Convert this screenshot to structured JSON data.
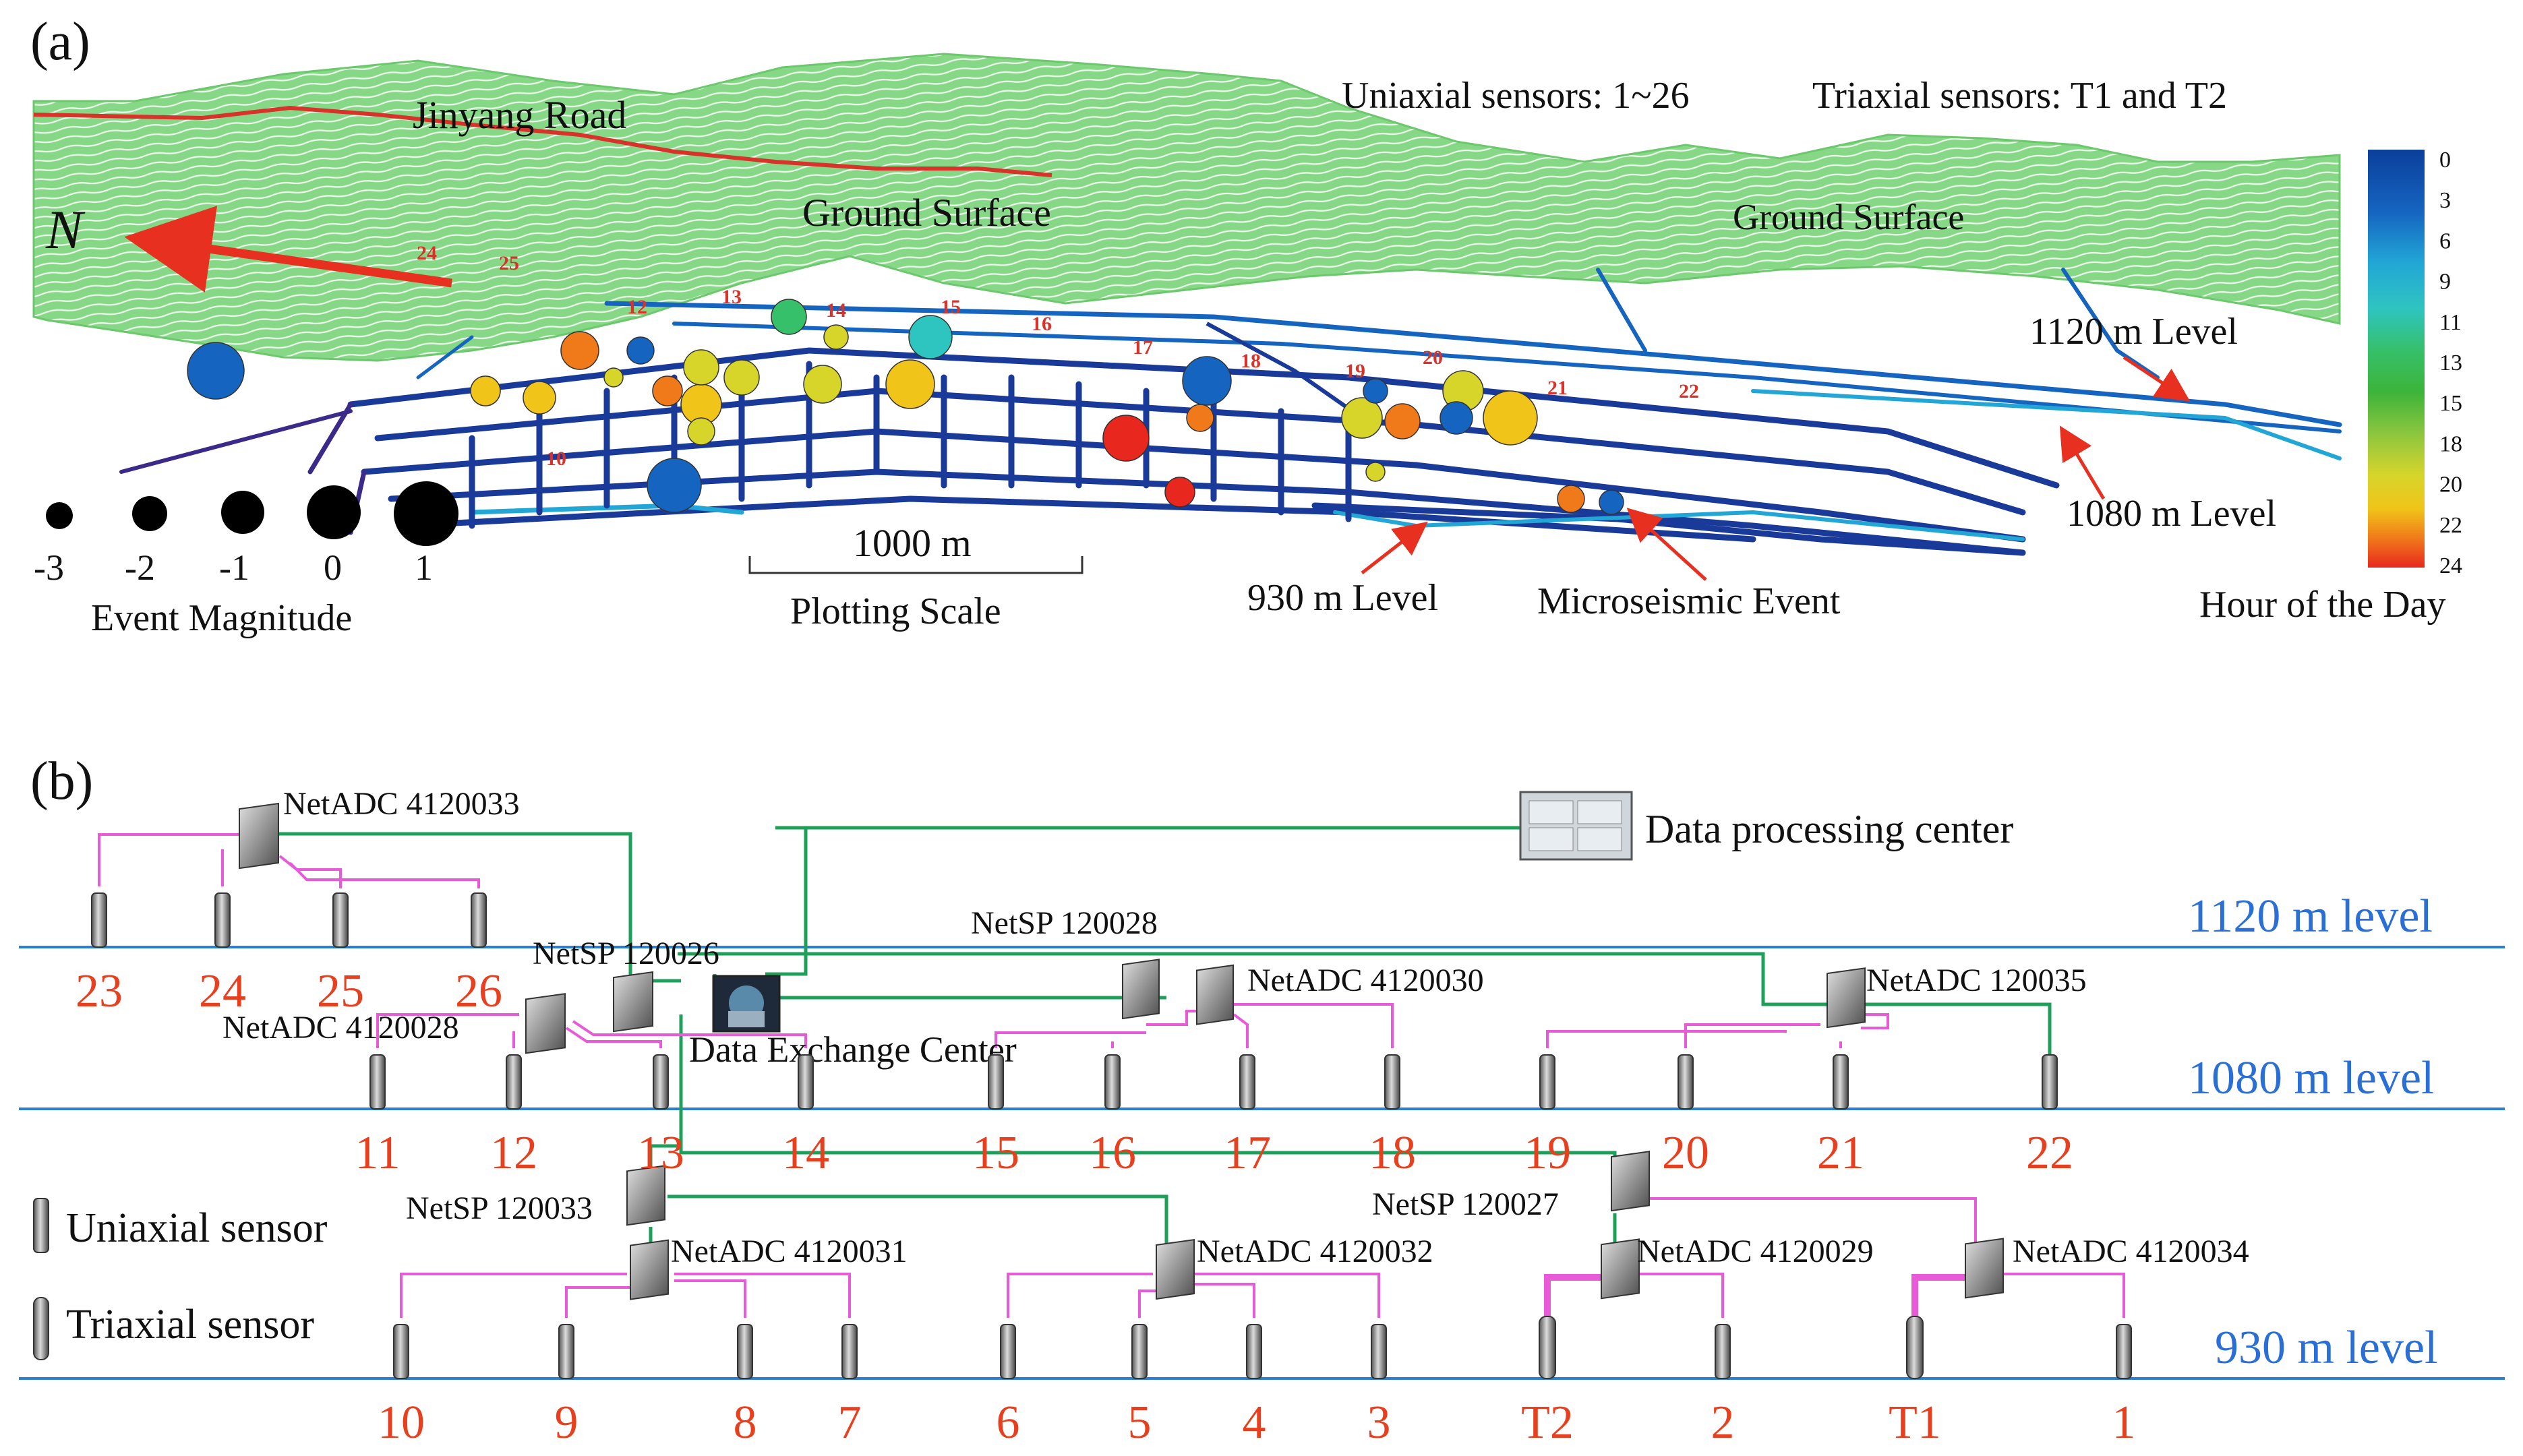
{
  "panel_a": {
    "label": "(a)",
    "road_label": "Jinyang Road",
    "sensor_note_uniaxial": "Uniaxial sensors: 1~26",
    "sensor_note_triaxial": "Triaxial sensors: T1 and T2",
    "ground_surface_left": "Ground Surface",
    "ground_surface_right": "Ground Surface",
    "north_label": "N",
    "level_1120": "1120 m Level",
    "level_1080": "1080 m Level",
    "level_930": "930 m Level",
    "event_label": "Microseismic Event",
    "scale_value": "1000 m",
    "scale_caption": "Plotting Scale",
    "magnitude_title": "Event Magnitude",
    "magnitudes": [
      "-3",
      "-2",
      "-1",
      "0",
      "1"
    ],
    "colorbar_title": "Hour of the Day",
    "colorbar_ticks": [
      "0",
      "3",
      "6",
      "9",
      "11",
      "13",
      "15",
      "18",
      "20",
      "22",
      "24"
    ],
    "colorbar_colors": [
      "#0b3f9c",
      "#1565c0",
      "#22a6d6",
      "#2ec4c0",
      "#36c06a",
      "#3db43a",
      "#8cc63f",
      "#d7d52a",
      "#f0c419",
      "#f07a1a",
      "#e8281e"
    ],
    "sensor_tags": [
      "24",
      "25",
      "12",
      "13",
      "14",
      "15",
      "16",
      "17",
      "18",
      "19",
      "20",
      "21",
      "22",
      "10"
    ]
  },
  "panel_b": {
    "label": "(b)",
    "data_center": "Data processing center",
    "exchange_center": "Data Exchange Center",
    "level_labels": [
      "1120 m level",
      "1080 m level",
      "930 m level"
    ],
    "devices": {
      "adc_4120033": "NetADC 4120033",
      "sp_120026": "NetSP 120026",
      "adc_4120028": "NetADC 4120028",
      "sp_120028": "NetSP 120028",
      "adc_4120030": "NetADC 4120030",
      "adc_120035": "NetADC 120035",
      "sp_120033": "NetSP 120033",
      "adc_4120031": "NetADC 4120031",
      "adc_4120032": "NetADC 4120032",
      "sp_120027": "NetSP 120027",
      "adc_4120029": "NetADC 4120029",
      "adc_4120034": "NetADC 4120034"
    },
    "sensors_1120": [
      "23",
      "24",
      "25",
      "26"
    ],
    "sensors_1080": [
      "11",
      "12",
      "13",
      "14",
      "15",
      "16",
      "17",
      "18",
      "19",
      "20",
      "21",
      "22"
    ],
    "sensors_930": [
      "10",
      "9",
      "8",
      "7",
      "6",
      "5",
      "4",
      "3",
      "T2",
      "2",
      "T1",
      "1"
    ],
    "legend_uniaxial": "Uniaxial sensor",
    "legend_triaxial": "Triaxial  sensor",
    "colors": {
      "level_line": "#2a7fd4",
      "level_text": "#2a6fd6",
      "sensor_number": "#e8401e",
      "green_link": "#1ea05a",
      "magenta_link": "#e85ad8",
      "terrain": "#7fd67f",
      "tunnel": "#1a3a9a"
    }
  }
}
